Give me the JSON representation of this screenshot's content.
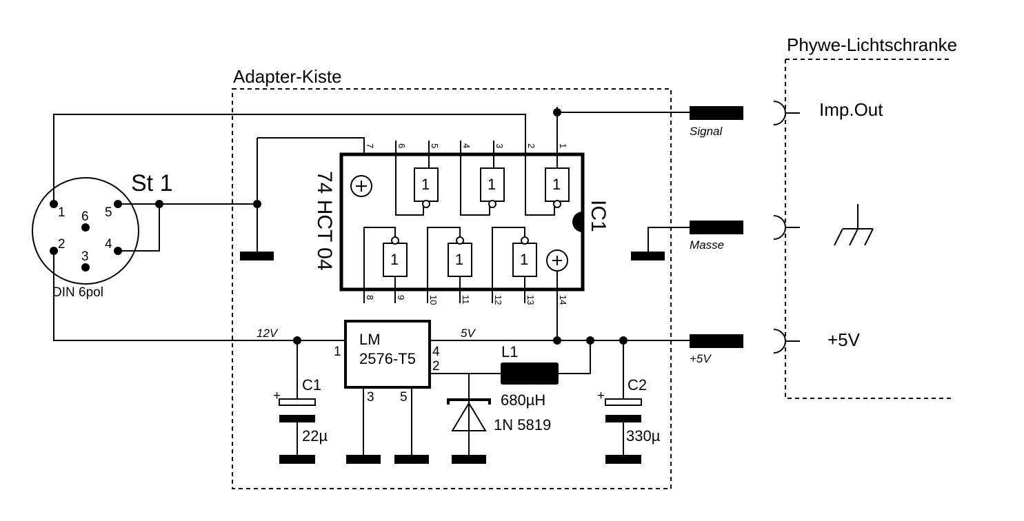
{
  "boxes": {
    "adapter": "Adapter-Kiste",
    "phywe": "Phywe-Lichtschranke"
  },
  "connector": {
    "label": "St 1",
    "type": "DIN 6pol",
    "pins": [
      "1",
      "2",
      "3",
      "4",
      "5",
      "6"
    ]
  },
  "ic1": {
    "ref": "IC1",
    "part": "74 HCT 04",
    "gate_symbol": "1",
    "pins_top": [
      "7",
      "6",
      "5",
      "4",
      "3",
      "2",
      "1"
    ],
    "pins_bottom": [
      "8",
      "9",
      "10",
      "11",
      "12",
      "13",
      "14"
    ]
  },
  "regulator": {
    "line1": "LM",
    "line2": "2576-T5",
    "pins": [
      "1",
      "4",
      "2",
      "3",
      "5"
    ]
  },
  "components": {
    "c1": {
      "ref": "C1",
      "value": "22µ",
      "plus": "+"
    },
    "c2": {
      "ref": "C2",
      "value": "330µ",
      "plus": "+"
    },
    "l1": {
      "ref": "L1",
      "value": "680µH"
    },
    "d1": {
      "value": "1N 5819"
    }
  },
  "nets": {
    "v12": "12V",
    "v5": "5V"
  },
  "jacks": {
    "signal": "Signal",
    "masse": "Masse",
    "plus5": "+5V"
  },
  "outputs": {
    "imp": "Imp.Out",
    "plus5": "+5V"
  }
}
